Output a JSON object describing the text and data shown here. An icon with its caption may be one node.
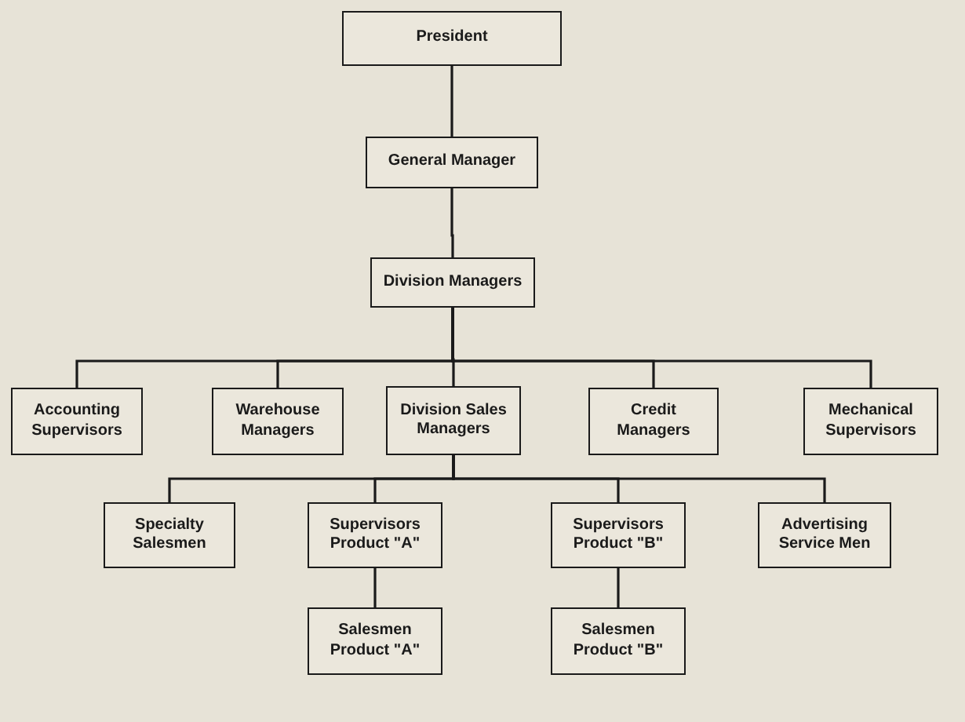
{
  "diagram": {
    "nodes": [
      {
        "text": [
          "President"
        ]
      },
      {
        "text": [
          "General Manager"
        ]
      },
      {
        "text": [
          "Division Managers"
        ]
      },
      {
        "text": [
          "Accounting Supervisors"
        ]
      },
      {
        "text": [
          "Warehouse Managers"
        ]
      },
      {
        "text": [
          "Division Sales Managers"
        ]
      },
      {
        "text": [
          "Credit Managers"
        ]
      },
      {
        "text": [
          "Mechanical Supervisors"
        ]
      },
      {
        "text": [
          "Specialty Salesmen"
        ]
      },
      {
        "text": [
          "Supervisors Product \"A\""
        ]
      },
      {
        "text": [
          "Supervisors Product \"B\""
        ]
      },
      {
        "text": [
          "Advertising Service Men"
        ]
      },
      {
        "text": [
          "Salesmen Product \"A\""
        ]
      },
      {
        "text": [
          "Salesmen Product \"B\""
        ]
      }
    ],
    "edges": [
      {
        "from": 0,
        "to": 1,
        "arrow": "none"
      },
      {
        "from": 1,
        "to": 2,
        "arrow": "none"
      },
      {
        "from": 2,
        "to": 3,
        "arrow": "none"
      },
      {
        "from": 2,
        "to": 4,
        "arrow": "none"
      },
      {
        "from": 2,
        "to": 5,
        "arrow": "none"
      },
      {
        "from": 2,
        "to": 6,
        "arrow": "none"
      },
      {
        "from": 2,
        "to": 7,
        "arrow": "none"
      },
      {
        "from": 5,
        "to": 8,
        "arrow": "none"
      },
      {
        "from": 5,
        "to": 9,
        "arrow": "none"
      },
      {
        "from": 5,
        "to": 10,
        "arrow": "none"
      },
      {
        "from": 5,
        "to": 11,
        "arrow": "none"
      },
      {
        "from": 9,
        "to": 12,
        "arrow": "none"
      },
      {
        "from": 10,
        "to": 13,
        "arrow": "none"
      }
    ]
  }
}
